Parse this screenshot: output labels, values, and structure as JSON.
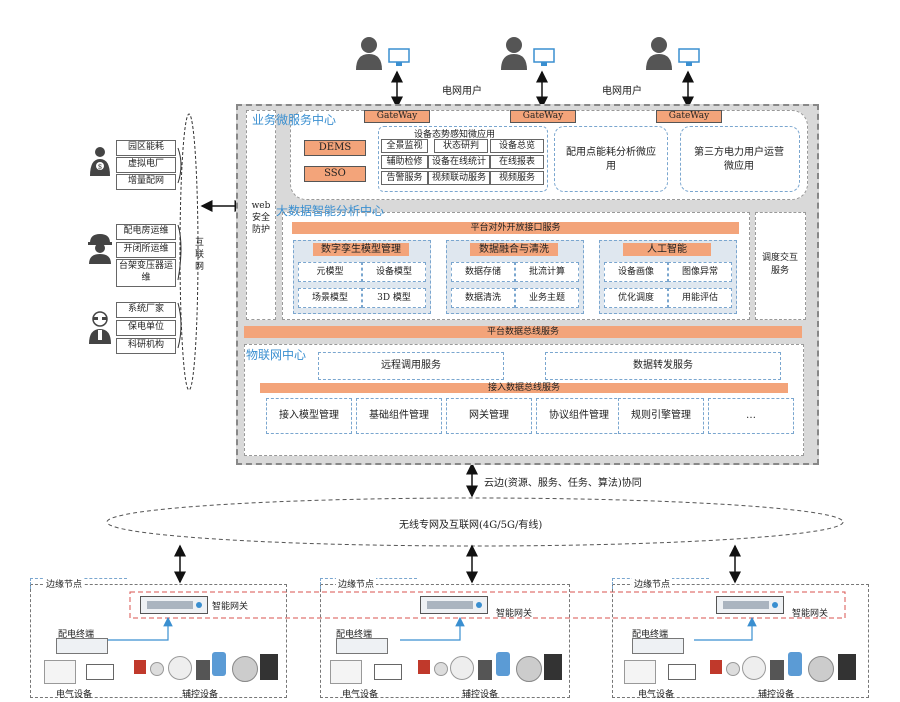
{
  "users": {
    "label_left": "电网用户",
    "label_right": "电网用户"
  },
  "gateway_label": "GateWay",
  "left_panel": {
    "group1": [
      "园区能耗",
      "虚拟电厂",
      "增量配网"
    ],
    "group2": [
      "配电房运维",
      "开闭所运维",
      "台架变压器运维"
    ],
    "group3": [
      "系统厂家",
      "保电单位",
      "科研机构"
    ],
    "internet": "互联网"
  },
  "web_security": "web安全防护",
  "business": {
    "title": "业务微服务中心",
    "dems": "DEMS",
    "sso": "SSO",
    "device_title": "设备态势感知微应用",
    "device_items": [
      [
        "全景监视",
        "状态研判",
        "设备总览"
      ],
      [
        "辅助检修",
        "设备在线统计",
        "在线报表"
      ],
      [
        "告警服务",
        "视频联动服务",
        "视频服务"
      ]
    ],
    "app1": "配用点能耗分析微应用",
    "app2": "第三方电力用户运营微应用"
  },
  "bigdata": {
    "title": "大数据智能分析中心",
    "open_api": "平台对外开放接口服务",
    "twin_title": "数字孪生模型管理",
    "twin_items": [
      "元模型",
      "设备模型",
      "场景模型",
      "3D 模型"
    ],
    "fusion_title": "数据融合与清洗",
    "fusion_items": [
      "数据存储",
      "批流计算",
      "数据清洗",
      "业务主题"
    ],
    "ai_title": "人工智能",
    "ai_items": [
      "设备画像",
      "图像异常",
      "优化调度",
      "用能评估"
    ],
    "dispatch": "调度交互服务"
  },
  "platform_bus": "平台数据总线服务",
  "iot": {
    "title": "物联网中心",
    "remote": "远程调用服务",
    "forward": "数据转发服务",
    "access_bus": "接入数据总线服务",
    "modules": [
      "接入模型管理",
      "基础组件管理",
      "网关管理",
      "协议组件管理",
      "规则引擎管理",
      "…"
    ]
  },
  "cloud_edge": "云边(资源、服务、任务、算法)协同",
  "network": "无线专网及互联网(4G/5G/有线)",
  "edge_nodes": [
    {
      "title": "边缘节点",
      "gateway": "智能网关",
      "terminal": "配电终端",
      "elec": "电气设备",
      "aux": "辅控设备"
    },
    {
      "title": "边缘节点",
      "gateway": "智能网关",
      "terminal": "配电终端",
      "elec": "电气设备",
      "aux": "辅控设备"
    },
    {
      "title": "边缘节点",
      "gateway": "智能网关",
      "terminal": "配电终端",
      "elec": "电气设备",
      "aux": "辅控设备"
    }
  ],
  "colors": {
    "orange": "#f3a47a",
    "blue_title": "#3a8fd0",
    "panel": "#d9d9d9",
    "dash_blue": "#7aa6cf"
  }
}
